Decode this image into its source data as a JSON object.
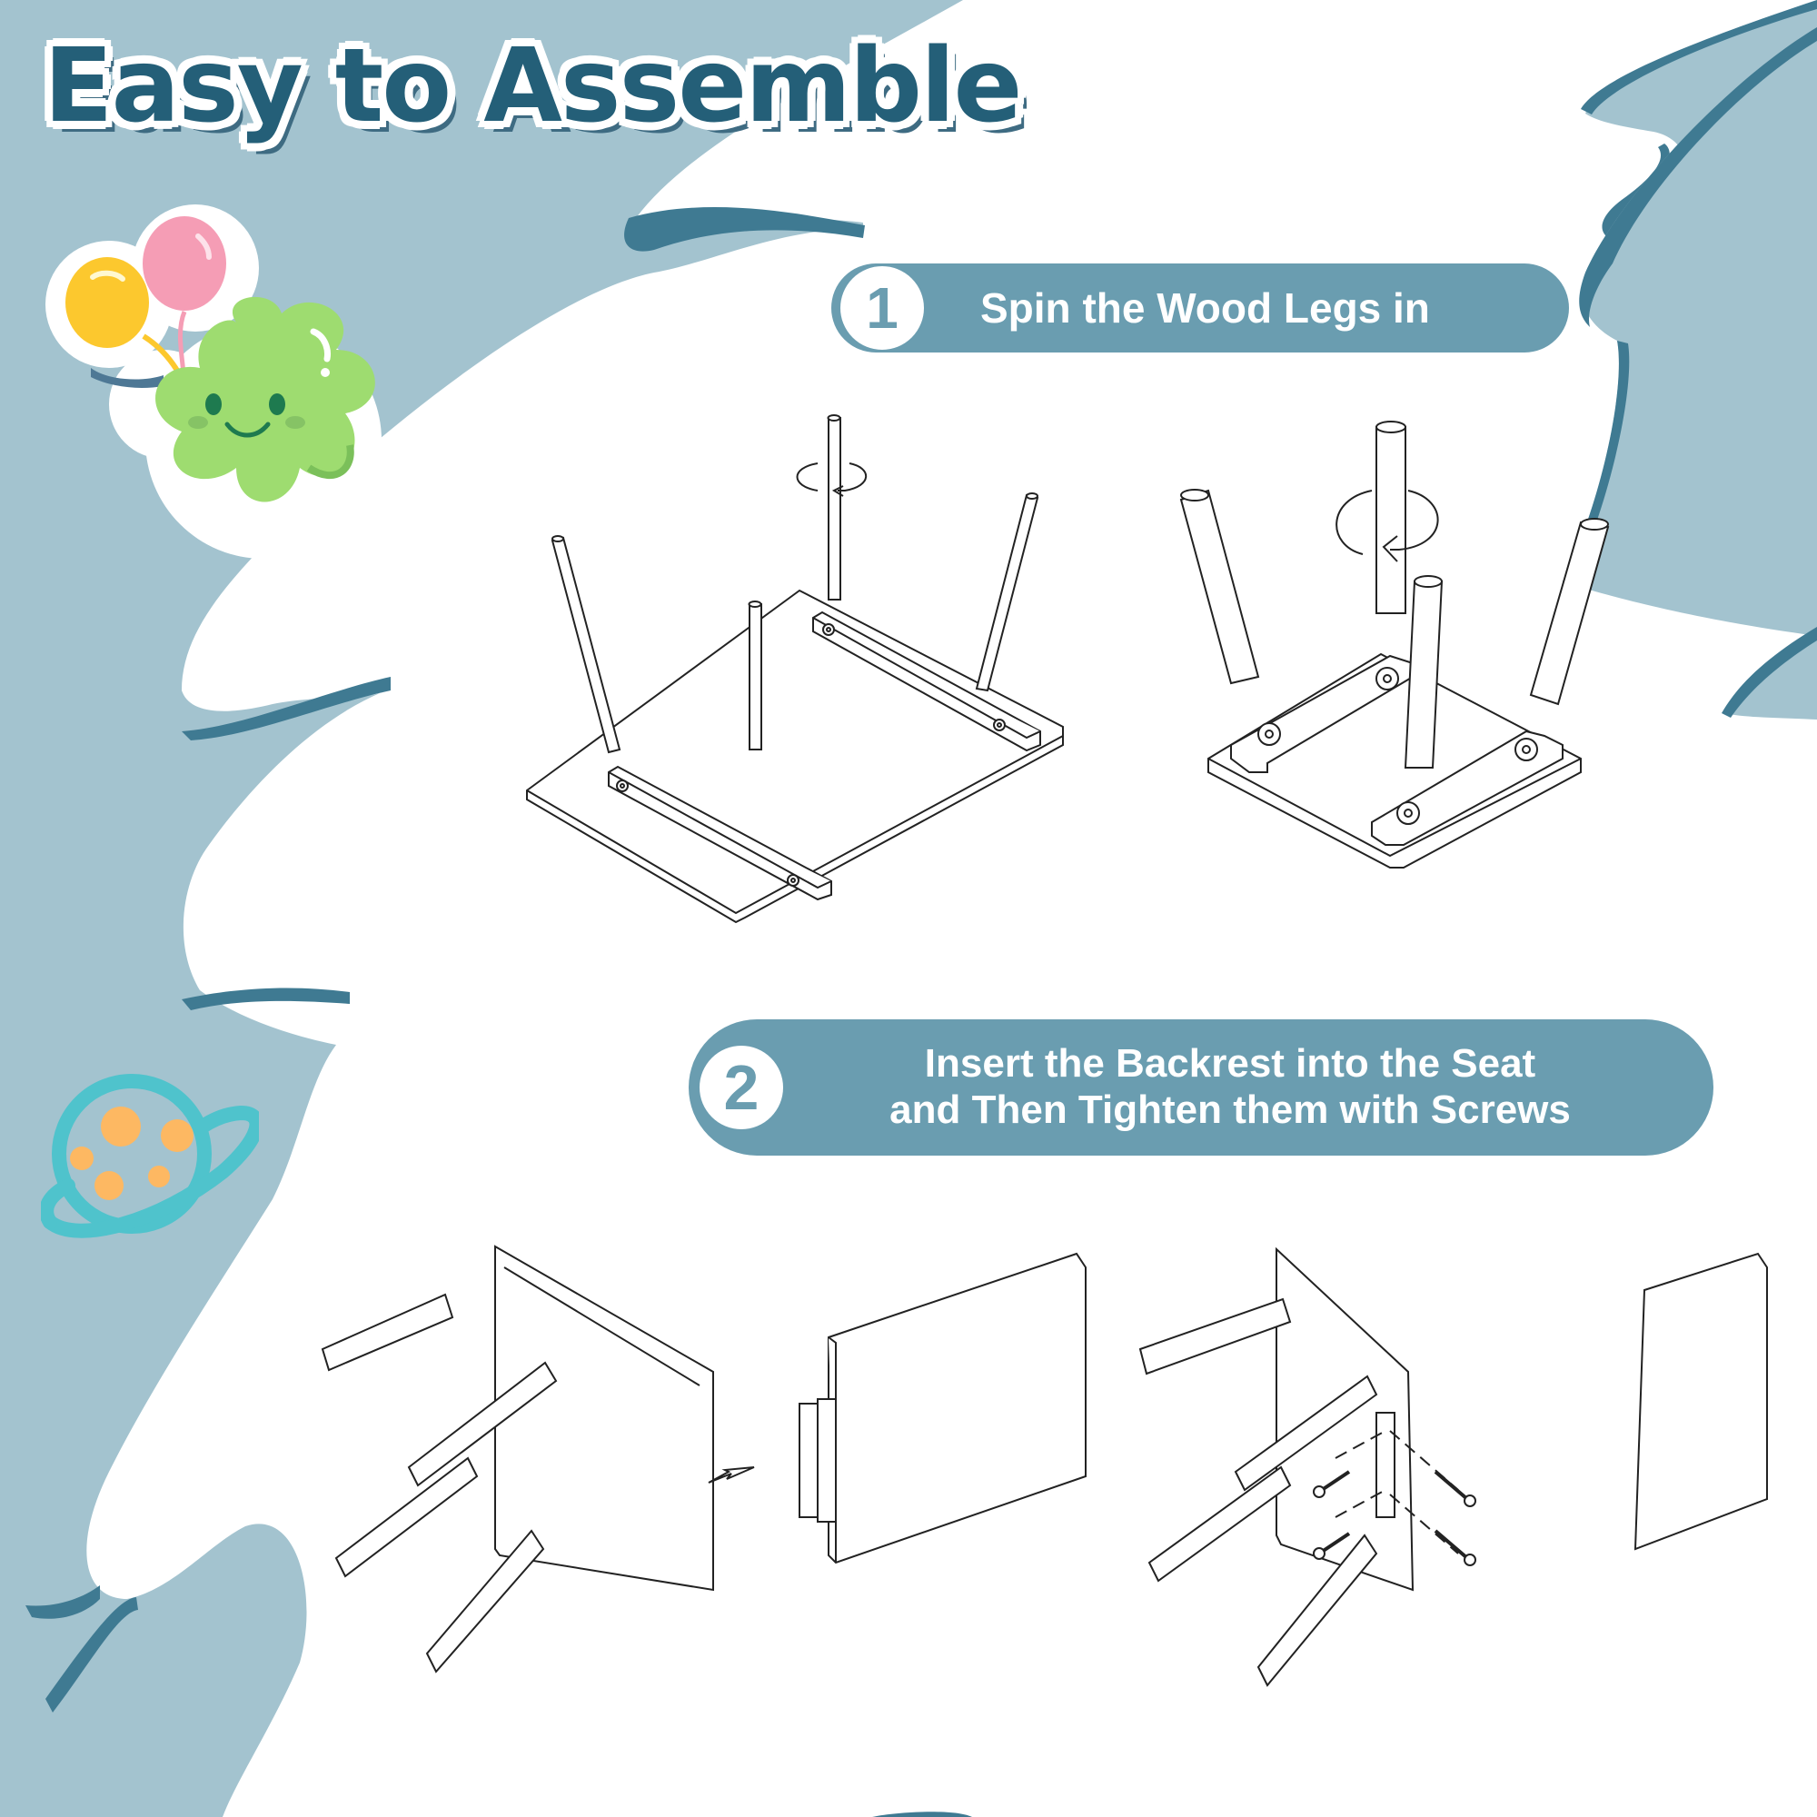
{
  "header": {
    "title": "Easy to Assemble"
  },
  "steps": [
    {
      "number": "1",
      "label": "Spin the Wood Legs in"
    },
    {
      "number": "2",
      "line1": "Insert the Backrest into the Seat",
      "line2": "and Then Tighten them with Screws"
    }
  ],
  "colors": {
    "background_blue": "#a3c3cf",
    "shadow_blue": "#3f7a92",
    "title_text": "#245f78",
    "pill": "#6a9db0",
    "white": "#ffffff",
    "line_art": "#222222",
    "clover_green": "#9edc70",
    "balloon_yellow": "#fcc82e",
    "balloon_pink": "#f59db5",
    "planet_ring": "#4fc3cc",
    "planet_spots": "#fdb862"
  },
  "decorations": [
    {
      "name": "balloons-and-clover-sticker",
      "icon": "smiling-clover-with-balloons"
    },
    {
      "name": "planet-sticker",
      "icon": "ringed-planet"
    }
  ],
  "diagrams": [
    {
      "step": "1",
      "panel": "a",
      "depicts": "table top upside down, legs being screwed in with rotation arrow"
    },
    {
      "step": "1",
      "panel": "b",
      "depicts": "stool seat upside down, legs being screwed in with rotation arrow"
    },
    {
      "step": "2",
      "panel": "a",
      "depicts": "backrest sliding into seat with arrow"
    },
    {
      "step": "2",
      "panel": "b",
      "depicts": "backrest fastened with four screws"
    }
  ]
}
